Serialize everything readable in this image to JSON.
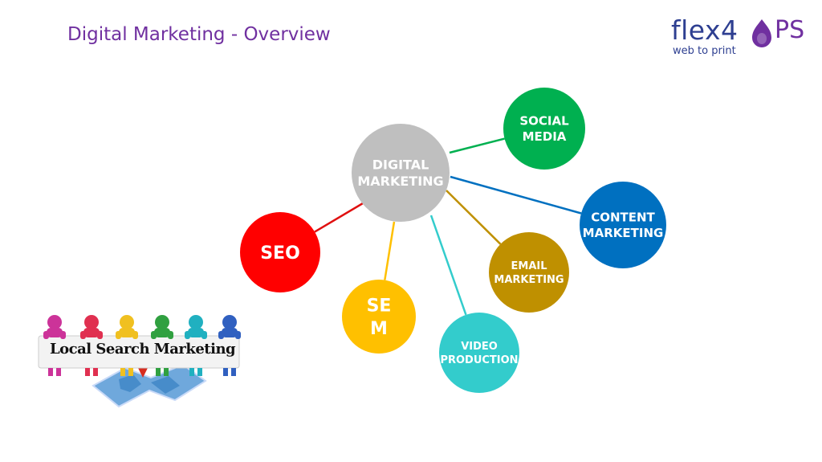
{
  "title": "Digital Marketing - Overview",
  "logo": {
    "brand_left": "flex4",
    "brand_right": "PS",
    "tagline": "web to print"
  },
  "diagram": {
    "center": {
      "label_lines": [
        "DIGITAL",
        "MARKETING"
      ],
      "color": "#bfbfbf"
    },
    "nodes": [
      {
        "id": "social-media",
        "label_lines": [
          "SOCIAL",
          "MEDIA"
        ],
        "color": "#00b050",
        "line_color": "#00b050"
      },
      {
        "id": "content-marketing",
        "label_lines": [
          "CONTENT",
          "MARKETING"
        ],
        "color": "#0070c0",
        "line_color": "#0070c0"
      },
      {
        "id": "email-marketing",
        "label_lines": [
          "EMAIL",
          "MARKETING"
        ],
        "color": "#bf9000",
        "line_color": "#bf9000"
      },
      {
        "id": "video-production",
        "label_lines": [
          "VIDEO",
          "PRODUCTION"
        ],
        "color": "#33cccc",
        "line_color": "#33cccc"
      },
      {
        "id": "sem",
        "label_lines": [
          "SE",
          "M"
        ],
        "color": "#ffc000",
        "line_color": "#ffc000"
      },
      {
        "id": "seo",
        "label_lines": [
          "SEO"
        ],
        "color": "#ff0000",
        "line_color": "#e01010"
      }
    ]
  },
  "illustration": {
    "caption": "Local Search Marketing",
    "figure_colors": [
      "#cc3399",
      "#e03050",
      "#f0c020",
      "#30a040",
      "#20b0c0",
      "#3060c0"
    ]
  }
}
